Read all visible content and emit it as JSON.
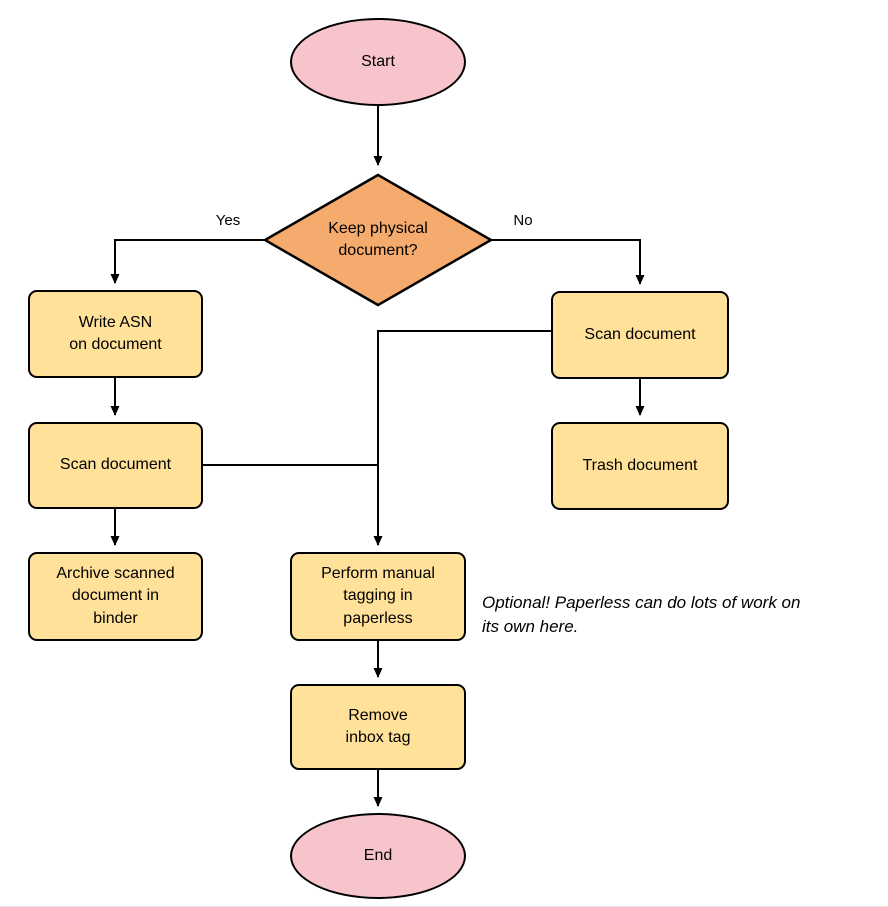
{
  "diagram": {
    "type": "flowchart",
    "nodes": {
      "start": {
        "label": "Start",
        "shape": "ellipse"
      },
      "decision": {
        "label": "Keep physical\ndocument?",
        "shape": "diamond"
      },
      "write_asn": {
        "label": "Write ASN\non document",
        "shape": "rect"
      },
      "scan_left": {
        "label": "Scan document",
        "shape": "rect"
      },
      "archive": {
        "label": "Archive scanned\ndocument in\nbinder",
        "shape": "rect"
      },
      "scan_right": {
        "label": "Scan document",
        "shape": "rect"
      },
      "trash": {
        "label": "Trash document",
        "shape": "rect"
      },
      "tagging": {
        "label": "Perform manual\ntagging in\npaperless",
        "shape": "rect"
      },
      "remove_tag": {
        "label": "Remove\ninbox tag",
        "shape": "rect"
      },
      "end": {
        "label": "End",
        "shape": "ellipse"
      }
    },
    "edge_labels": {
      "yes": "Yes",
      "no": "No"
    },
    "annotation": "Optional! Paperless can do lots of work on\nits own here.",
    "colors": {
      "terminal_fill": "#f6c4ca",
      "decision_fill": "#f6ab6e",
      "process_fill": "#ffe199",
      "stroke": "#000000"
    }
  }
}
